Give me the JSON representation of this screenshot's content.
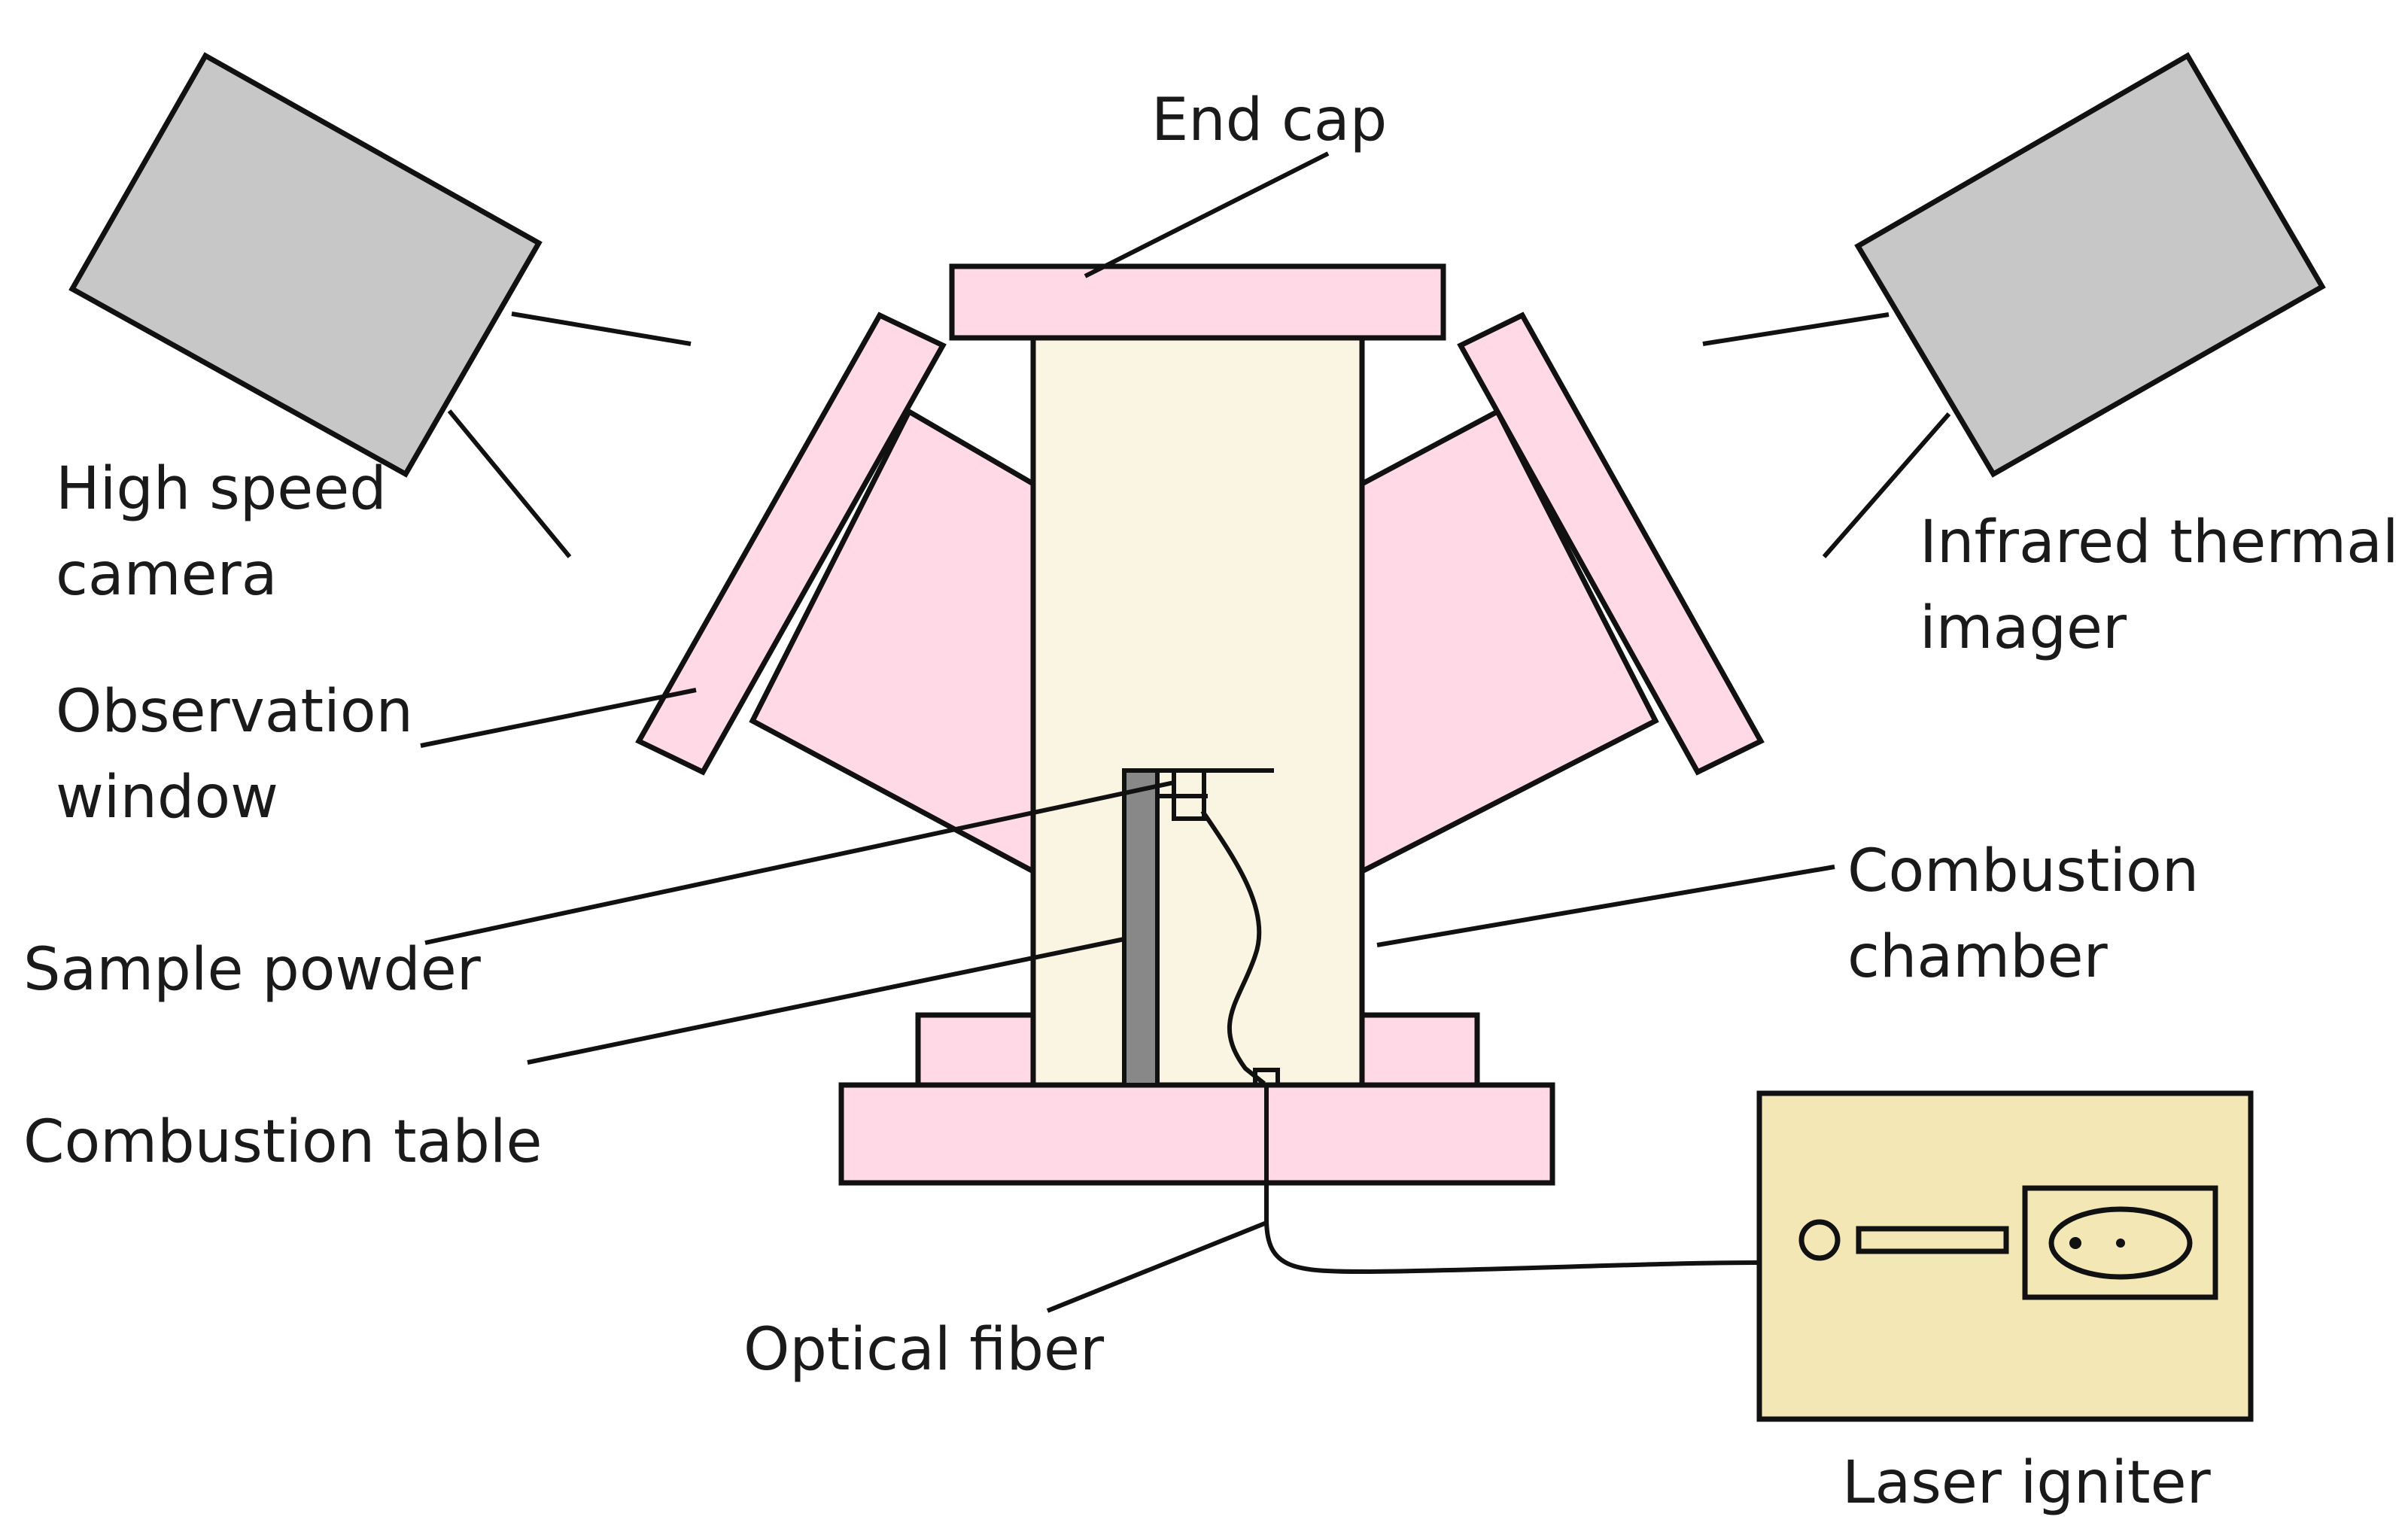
{
  "labels": {
    "end_cap": "End cap",
    "high_speed_camera_line1": "High speed",
    "high_speed_camera_line2": "camera",
    "infrared_line1": "Infrared thermal",
    "infrared_line2": "imager",
    "observation_line1": "Observation",
    "observation_line2": "window",
    "sample_powder": "Sample powder",
    "combustion_chamber_line1": "Combustion",
    "combustion_chamber_line2": "chamber",
    "combustion_table": "Combustion table",
    "optical_fiber": "Optical fiber",
    "laser_igniter": "Laser igniter"
  },
  "colors": {
    "pink": "#FFD9E6",
    "chamber": "#FAF4E2",
    "camera_gray": "#C7C7C7",
    "igniter": "#F3E7B6",
    "stand_gray": "#888888",
    "outline": "#111111"
  }
}
